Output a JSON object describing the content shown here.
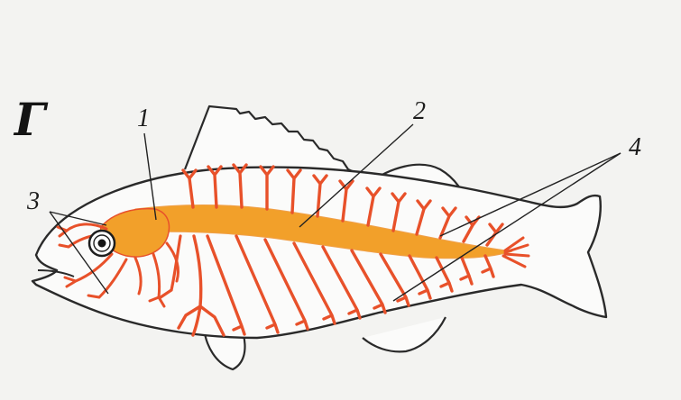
{
  "figure": {
    "panel_letter": "Г",
    "labels": {
      "label_1": "1",
      "label_2": "2",
      "label_3": "3",
      "label_4": "4"
    }
  },
  "colors": {
    "outline": "#2a2a2a",
    "nerve_fill": "#f2a02a",
    "nerve_stroke": "#e8512a",
    "background": "#f3f3f1",
    "body_fill": "#fbfbfa"
  }
}
